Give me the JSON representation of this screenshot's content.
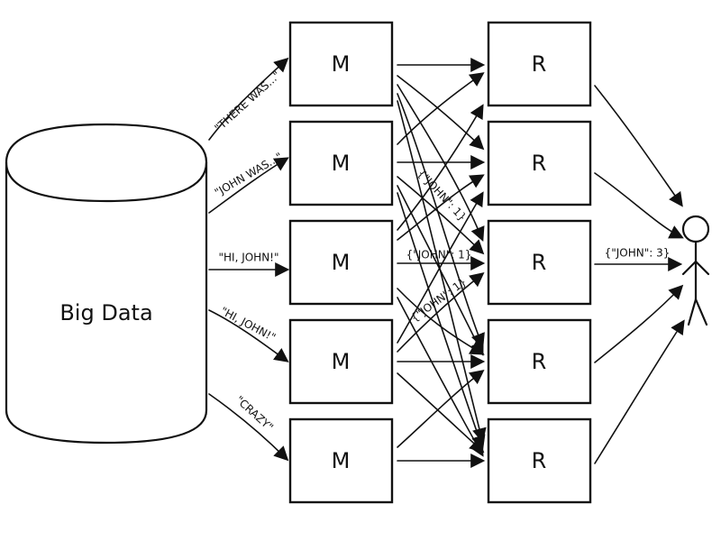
{
  "diagram": {
    "source_label": "Big Data",
    "mapper_label": "M",
    "reducer_label": "R",
    "inputs": [
      "\"THERE WAS...\"",
      "\"JOHN WAS...\"",
      "\"HI, JOHN!\"",
      "\"HI, JOHN!\"",
      "\"CRAZY\""
    ],
    "intermediate_labels": [
      "{\"JOHN\": 1}",
      "{\"JOHN\": 1}",
      "{\"JOHN\": 1}"
    ],
    "output_label": "{\"JOHN\": 3}"
  }
}
